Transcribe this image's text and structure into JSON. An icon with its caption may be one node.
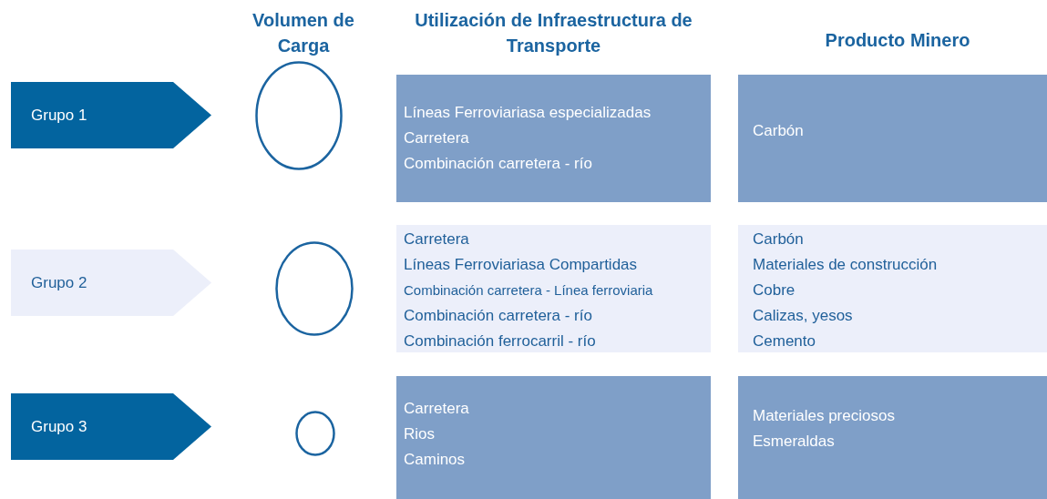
{
  "diagram": {
    "nodes": [
      {
        "text": [
          "Grupo 1"
        ]
      },
      {
        "text": [],
        "shape": "circle"
      },
      {
        "text": [
          "Líneas Ferroviariasa especializadas",
          "Carretera",
          "Combinación carretera - río"
        ]
      },
      {
        "text": [
          "Carbón"
        ]
      },
      {
        "text": [
          "Grupo 2"
        ]
      },
      {
        "text": [],
        "shape": "circle"
      },
      {
        "text": [
          "Carretera",
          "Líneas Ferroviariasa Compartidas",
          "Combinación carretera - Línea ferroviaria",
          "Combinación carretera - río",
          "Combinación ferrocarril - río"
        ]
      },
      {
        "text": [
          "Carbón",
          "Materiales de construcción",
          "Cobre",
          "Calizas, yesos",
          "Cemento"
        ]
      },
      {
        "text": [
          "Grupo 3"
        ]
      },
      {
        "text": [],
        "shape": "circle"
      },
      {
        "text": [
          "Carretera",
          "Rios",
          "Caminos"
        ]
      },
      {
        "text": [
          "Materiales preciosos",
          "Esmeraldas"
        ]
      }
    ],
    "labels": [
      "Volumen de Carga",
      "Utilización de Infraestructura de Transporte",
      "Producto Minero"
    ]
  }
}
